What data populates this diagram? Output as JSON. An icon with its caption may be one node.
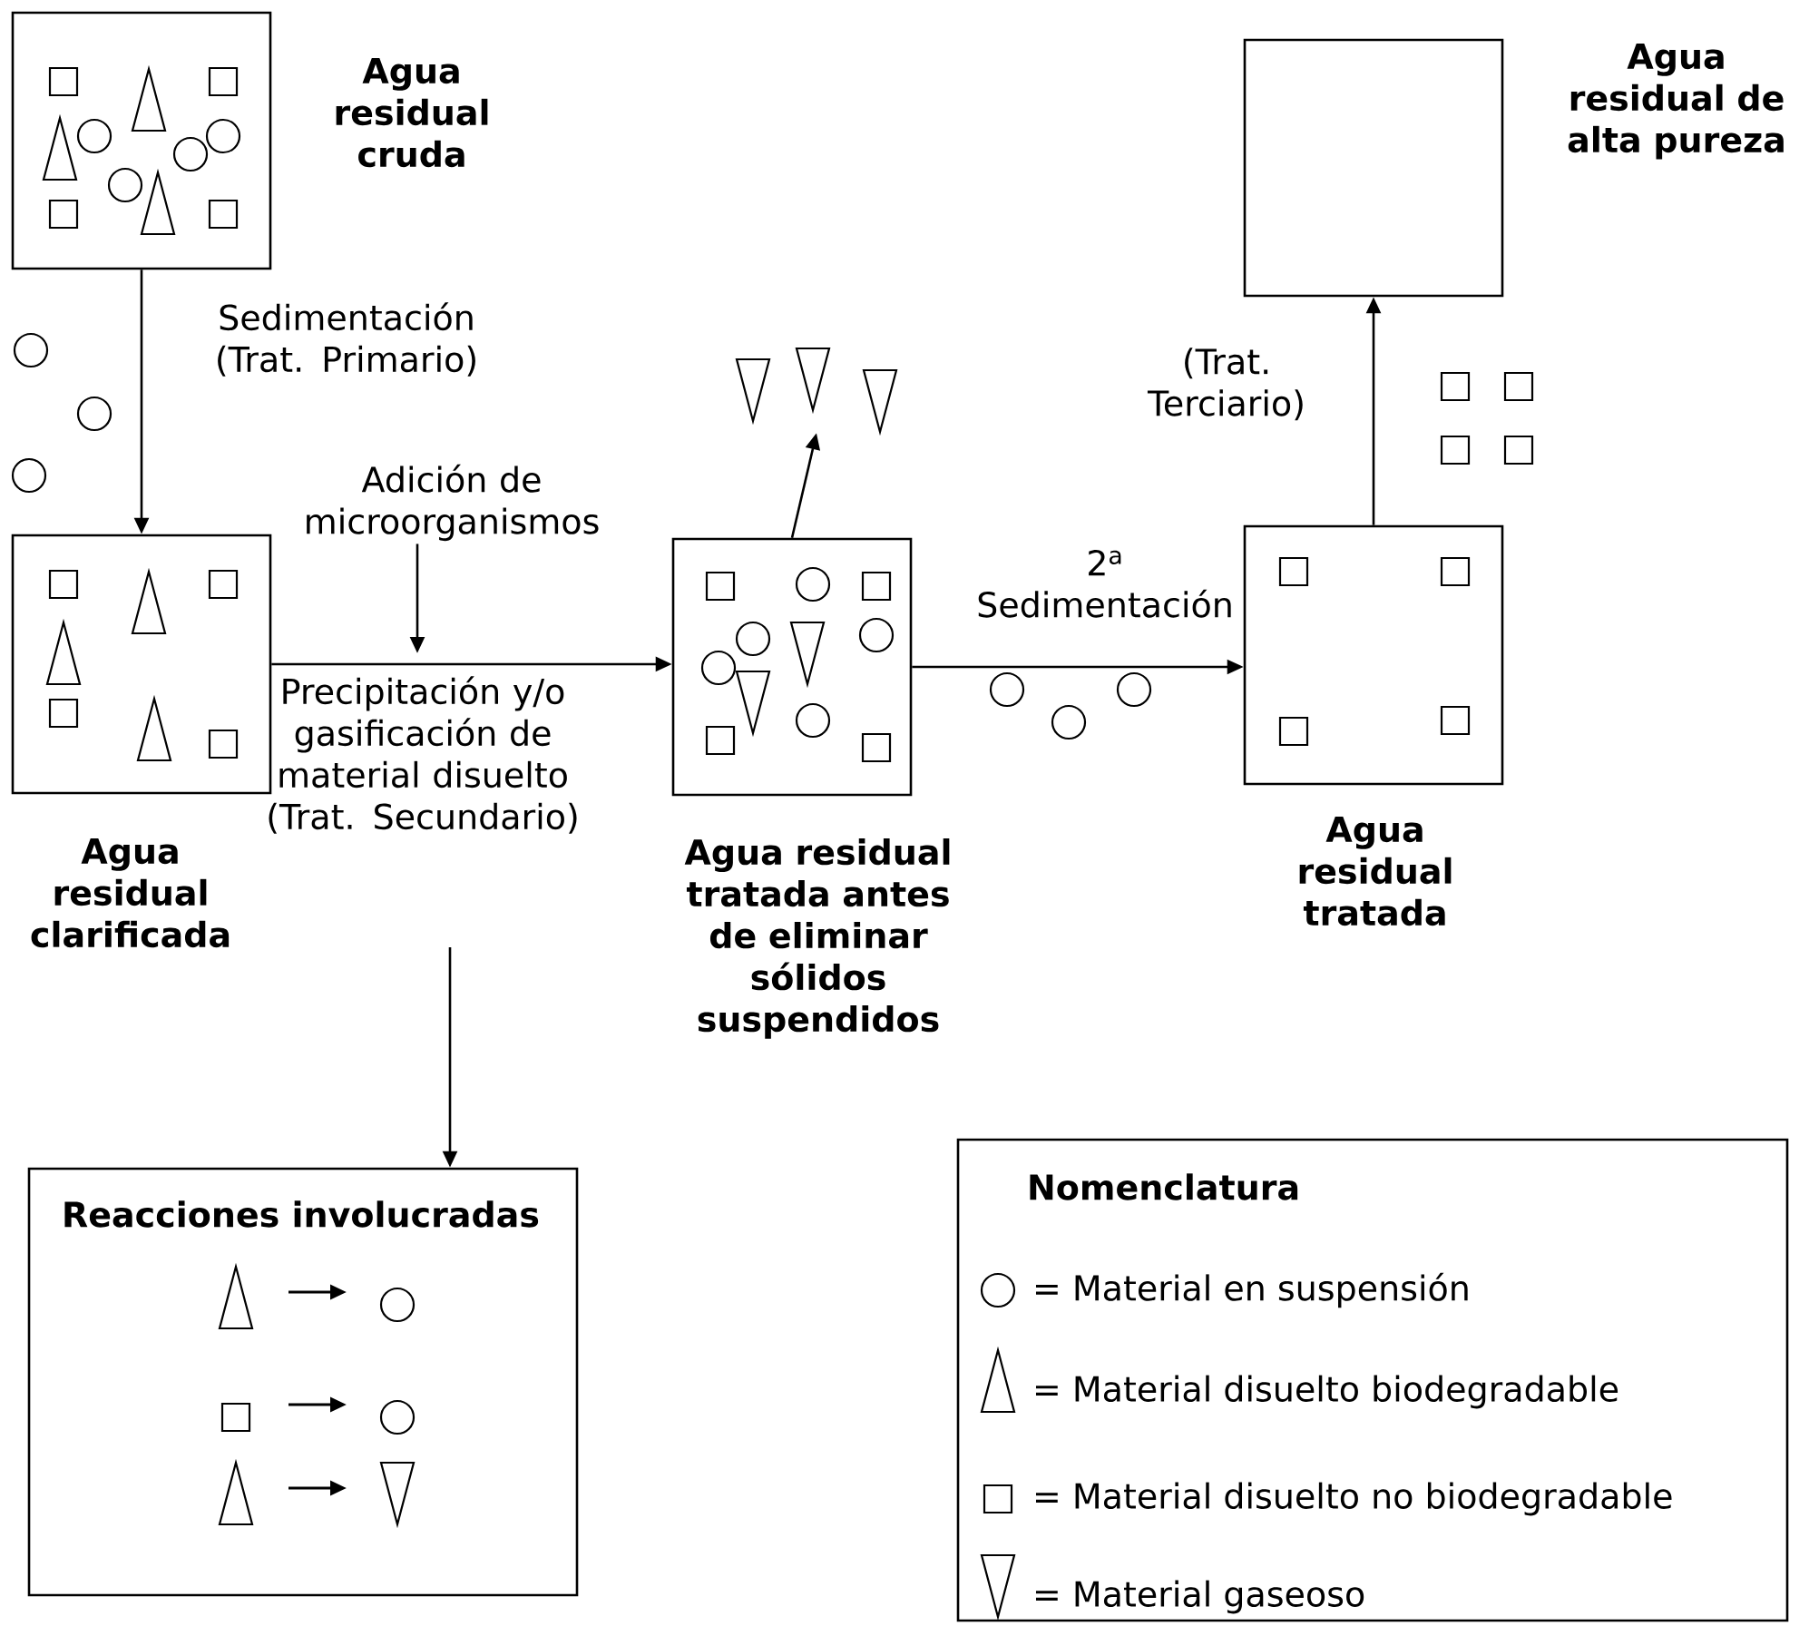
{
  "diagram": {
    "nodes": [
      {
        "text": [
          "Agua residual cruda"
        ]
      },
      {
        "text": [
          "Agua residual clarificada"
        ]
      },
      {
        "text": [
          "Agua residual tratada antes de eliminar sólidos suspendidos"
        ]
      },
      {
        "text": [
          "Agua residual tratada"
        ]
      },
      {
        "text": [
          "Agua residual de alta pureza"
        ]
      },
      {
        "text": [
          "Reacciones involucradas"
        ]
      },
      {
        "text": [
          "Nomenclatura",
          "= Material en suspensión",
          "= Material disuelto biodegradable",
          "= Material disuelto no biodegradable",
          "= Material gaseoso"
        ]
      },
      {
        "text": [
          "Adición de microorganismos"
        ]
      },
      {
        "text": [],
        "shape": "triangle"
      }
    ],
    "edges": [
      {
        "from": 0,
        "to": 1,
        "arrow": "to",
        "label": "Sedimentación (Trat. Primario)"
      },
      {
        "from": 1,
        "to": 2,
        "arrow": "to",
        "label": "Precipitación y/o gasificación de material disuelto (Trat. Secundario)"
      },
      {
        "from": 2,
        "to": 3,
        "arrow": "to",
        "label": "2$^{a}$ Sedimentación"
      },
      {
        "from": 3,
        "to": 4,
        "arrow": "to",
        "label": "(Trat. Terciario)"
      },
      {
        "from": 2,
        "to": 8,
        "arrow": "to"
      },
      {
        "from": 7,
        "to": null,
        "arrow": "to"
      },
      {
        "from": null,
        "to": 5,
        "arrow": "to"
      }
    ]
  }
}
